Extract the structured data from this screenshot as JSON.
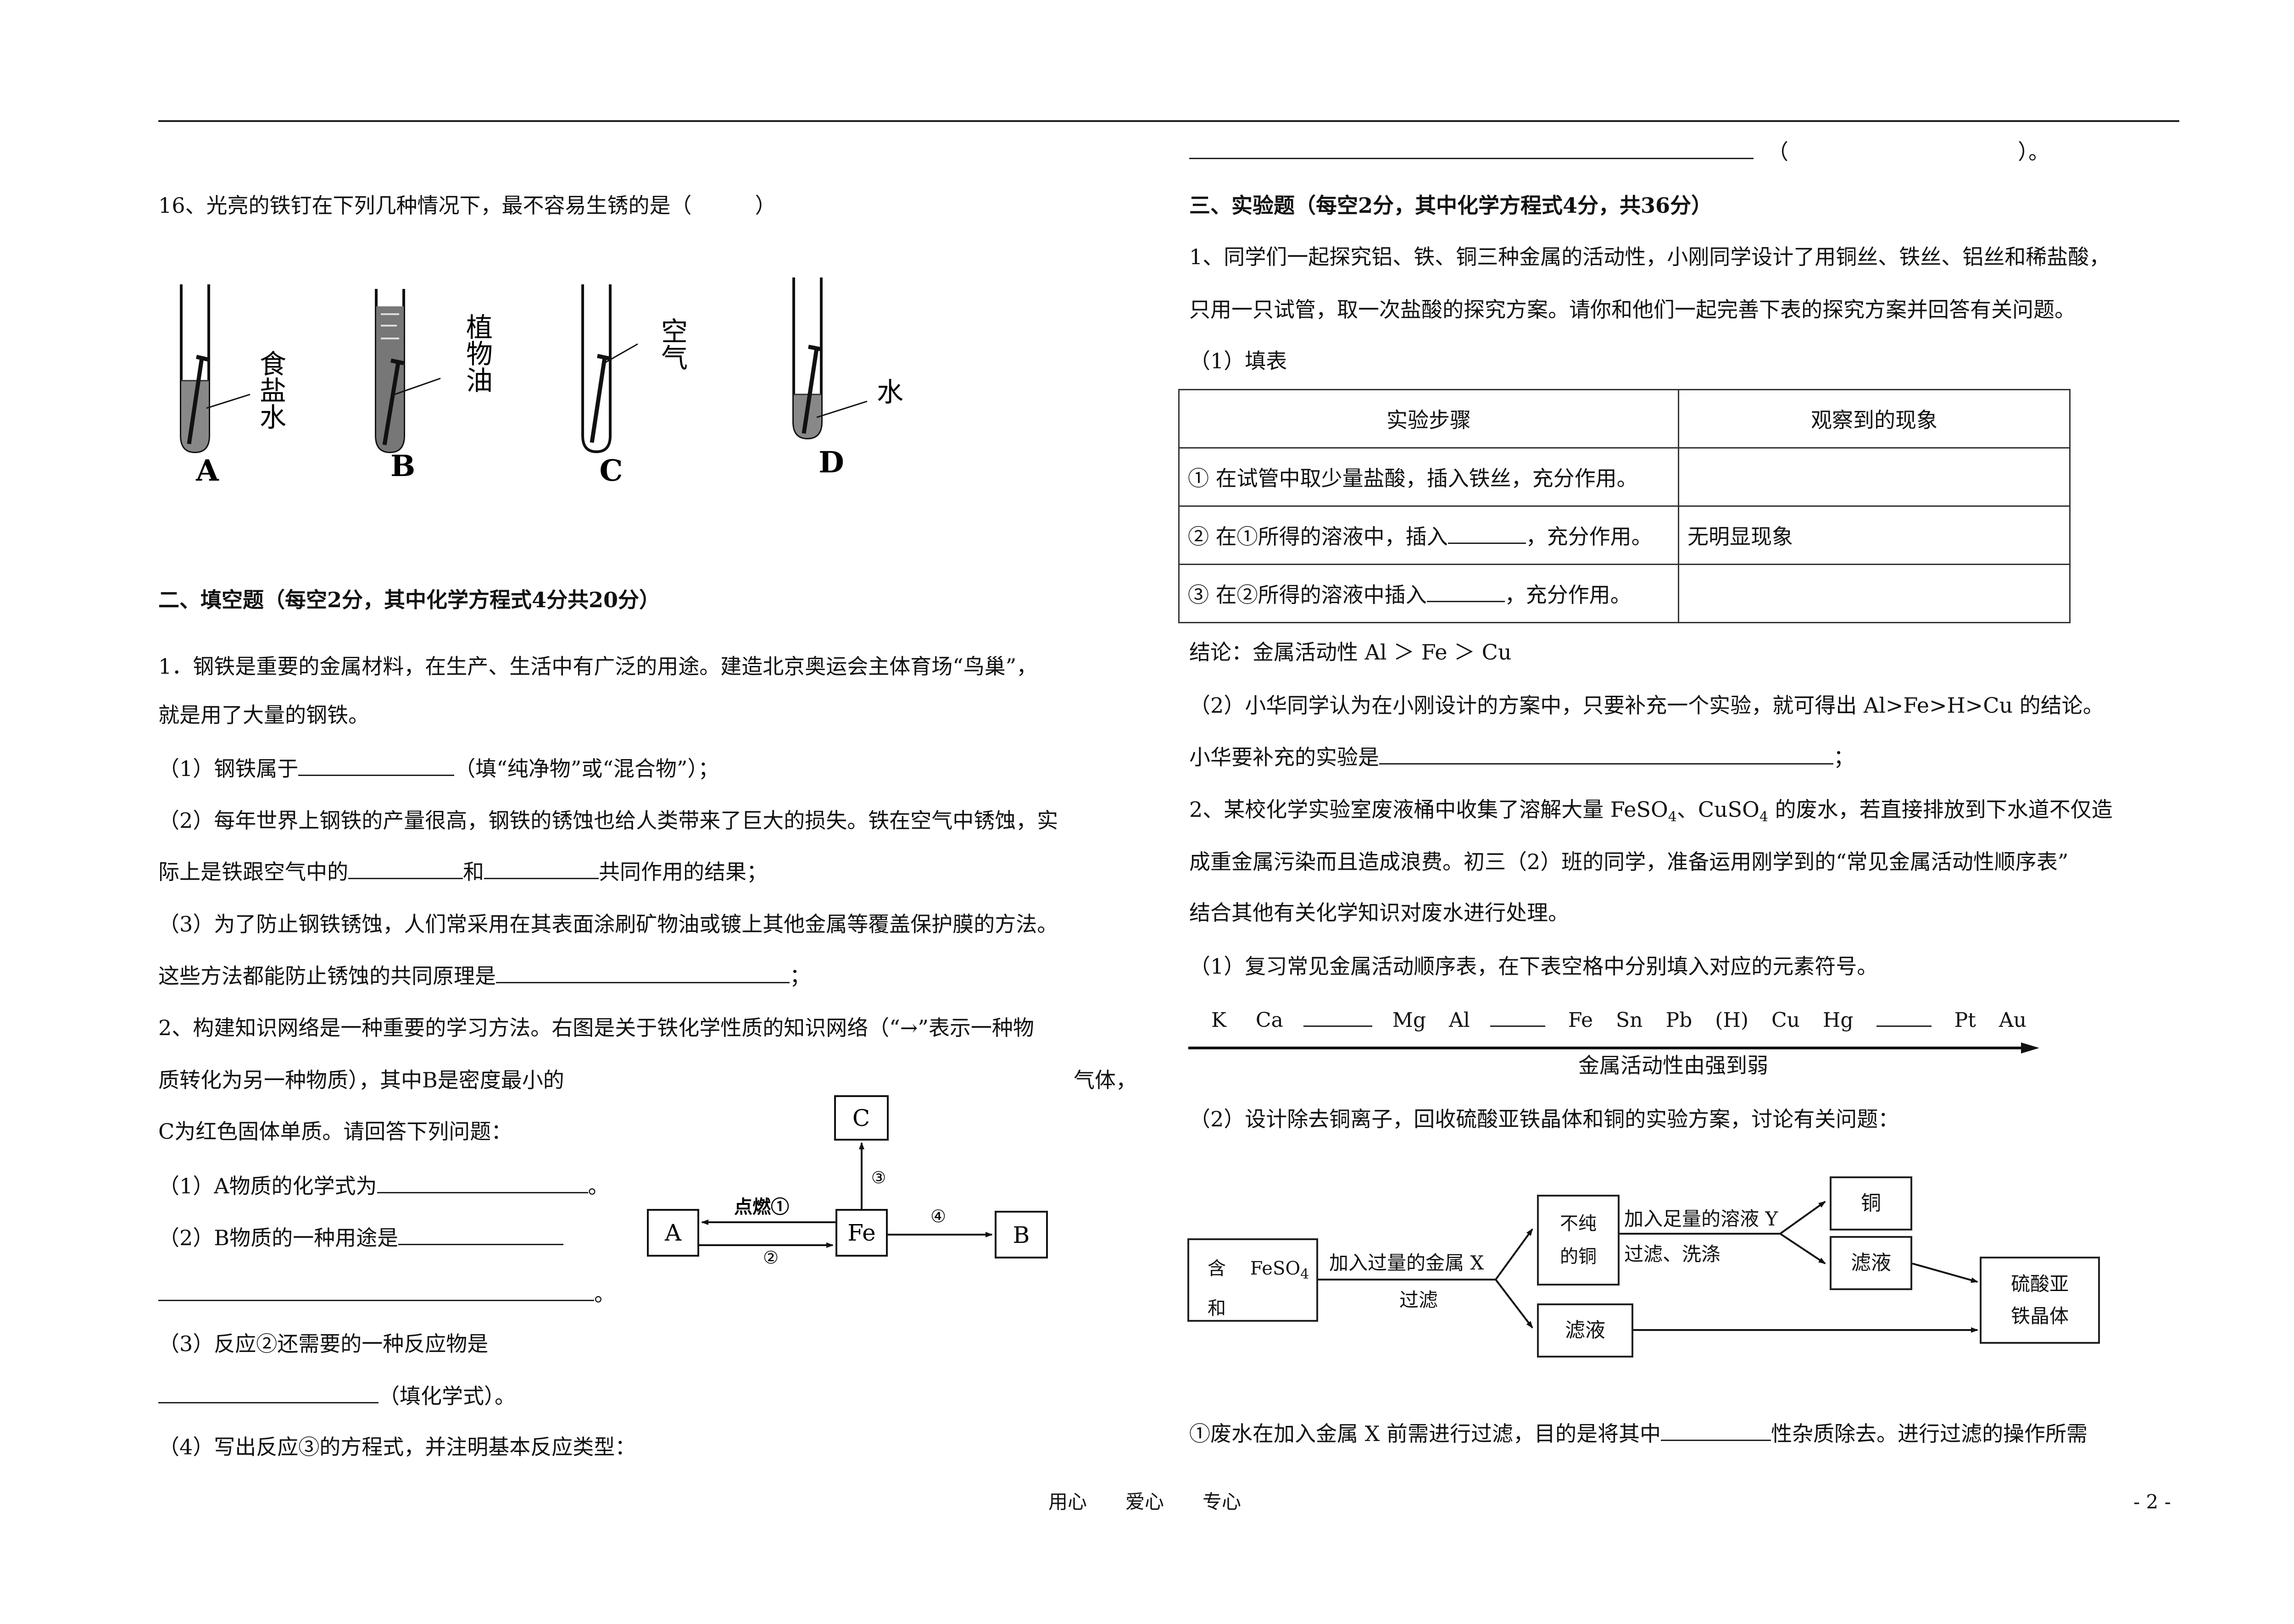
{
  "left": {
    "q16": {
      "text": "16、光亮的铁钉在下列几种情况下，最不容易生锈的是（　　　）",
      "tubes": [
        {
          "letter": "A",
          "label": "食盐水"
        },
        {
          "letter": "B",
          "label": "植物油"
        },
        {
          "letter": "C",
          "label": "空气"
        },
        {
          "letter": "D",
          "label": "水"
        }
      ]
    },
    "section2": {
      "heading": "二、填空题（每空2分，其中化学方程式4分共20分）",
      "q1_line1": "1．钢铁是重要的金属材料，在生产、生活中有广泛的用途。建造北京奥运会主体育场“鸟巢”，",
      "q1_line2": "就是用了大量的钢铁。",
      "q1_p1_a": "（1）钢铁属于",
      "q1_p1_b": "（填“纯净物”或“混合物”）；",
      "q1_p2_line1": "（2）每年世界上钢铁的产量很高，钢铁的锈蚀也给人类带来了巨大的损失。铁在空气中锈蚀，实",
      "q1_p2_a": "际上是铁跟空气中的",
      "q1_p2_b": "和",
      "q1_p2_c": "共同作用的结果；",
      "q1_p3_line1": "（3）为了防止钢铁锈蚀，人们常采用在其表面涂刷矿物油或镀上其他金属等覆盖保护膜的方法。",
      "q1_p3_a": "这些方法都能防止锈蚀的共同原理是",
      "q1_p3_b": "；",
      "q2_line1": "2、构建知识网络是一种重要的学习方法。右图是关于铁化学性质的知识网络（“→”表示一种物",
      "q2_line2a": "质转化为另一种物质），其中B是密度最小的",
      "q2_line2b": "气体，",
      "q2_line3": "C为红色固体单质。请回答下列问题：",
      "q2_p1_a": "（1）A物质的化学式为",
      "q2_p1_b": "。",
      "q2_p2": "（2）B物质的一种用途是",
      "q2_p2_end": "。",
      "q2_p3": "（3）反应②还需要的一种反应物是",
      "q2_p3_b": "（填化学式）。",
      "q2_p4": "（4）写出反应③的方程式，并注明基本反应类型：",
      "diagram": {
        "node_a": "A",
        "node_fe": "Fe",
        "node_b": "B",
        "node_c": "C",
        "label_1": "点燃①",
        "label_2": "②",
        "label_3": "③",
        "label_4": "④"
      }
    }
  },
  "right": {
    "top_paren_a": "（",
    "top_paren_b": "）。",
    "section3": {
      "heading": "三、实验题（每空2分，其中化学方程式4分，共36分）",
      "q1_line1": "1、同学们一起探究铝、铁、铜三种金属的活动性，小刚同学设计了用铜丝、铁丝、铝丝和稀盐酸，",
      "q1_line2": "只用一只试管，取一次盐酸的探究方案。请你和他们一起完善下表的探究方案并回答有关问题。",
      "q1_p1": "（1）填表",
      "table": {
        "headers": [
          "实验步骤",
          "观察到的现象"
        ],
        "row1_step": "① 在试管中取少量盐酸，插入铁丝，充分作用。",
        "row1_obs": "",
        "row2_step_a": "② 在①所得的溶液中，插入",
        "row2_step_b": "，充分作用。",
        "row2_obs": "无明显现象",
        "row3_step_a": "③ 在②所得的溶液中插入",
        "row3_step_b": "，充分作用。",
        "row3_obs": ""
      },
      "conclusion": "结论：金属活动性 Al ＞ Fe ＞ Cu",
      "q1_p2_line1": "（2）小华同学认为在小刚设计的方案中，只要补充一个实验，就可得出 Al>Fe>H>Cu 的结论。",
      "q1_p2_a": "小华要补充的实验是",
      "q1_p2_b": "；",
      "q2_line1_a": "2、某校化学实验室废液桶中收集了溶解大量 FeSO",
      "q2_line1_b": "4",
      "q2_line1_c": "、CuSO",
      "q2_line1_d": "4",
      "q2_line1_e": " 的废水，若直接排放到下水道不仅造",
      "q2_line2": "成重金属污染而且造成浪费。初三（2）班的同学，准备运用刚学到的“常见金属活动性顺序表”",
      "q2_line3": "结合其他有关化学知识对废水进行处理。",
      "q2_p1": "（1）复习常见金属活动顺序表，在下表空格中分别填入对应的元素符号。",
      "activity_series": [
        "K",
        "Ca",
        "",
        "Mg",
        "Al",
        "",
        "Fe",
        "Sn",
        "Pb",
        "(H)",
        "Cu",
        "Hg",
        "",
        "Pt",
        "Au"
      ],
      "series_caption": "金属活动性由强到弱",
      "q2_p2": "（2）设计除去铜离子，回收硫酸亚铁晶体和铜的实验方案，讨论有关问题：",
      "flow": {
        "start_a": "含　 FeSO",
        "start_sub": "4",
        "start_b": "和",
        "step1_a": "加入过量的金属 X",
        "step1_b": "过滤",
        "impure_cu_a": "不纯",
        "impure_cu_b": "的铜",
        "step2_a": "加入足量的溶液 Y",
        "step2_b": "过滤、洗涤",
        "copper": "铜",
        "filtrate_1": "滤液",
        "filtrate_2": "滤液",
        "product_a": "硫酸亚",
        "product_b": "铁晶体"
      },
      "q2_p3_a": "①废水在加入金属 X 前需进行过滤，目的是将其中",
      "q2_p3_b": "性杂质除去。进行过滤的操作所需"
    }
  },
  "footer": {
    "motto": "用心　　爱心　　专心",
    "page": "- 2 -"
  }
}
